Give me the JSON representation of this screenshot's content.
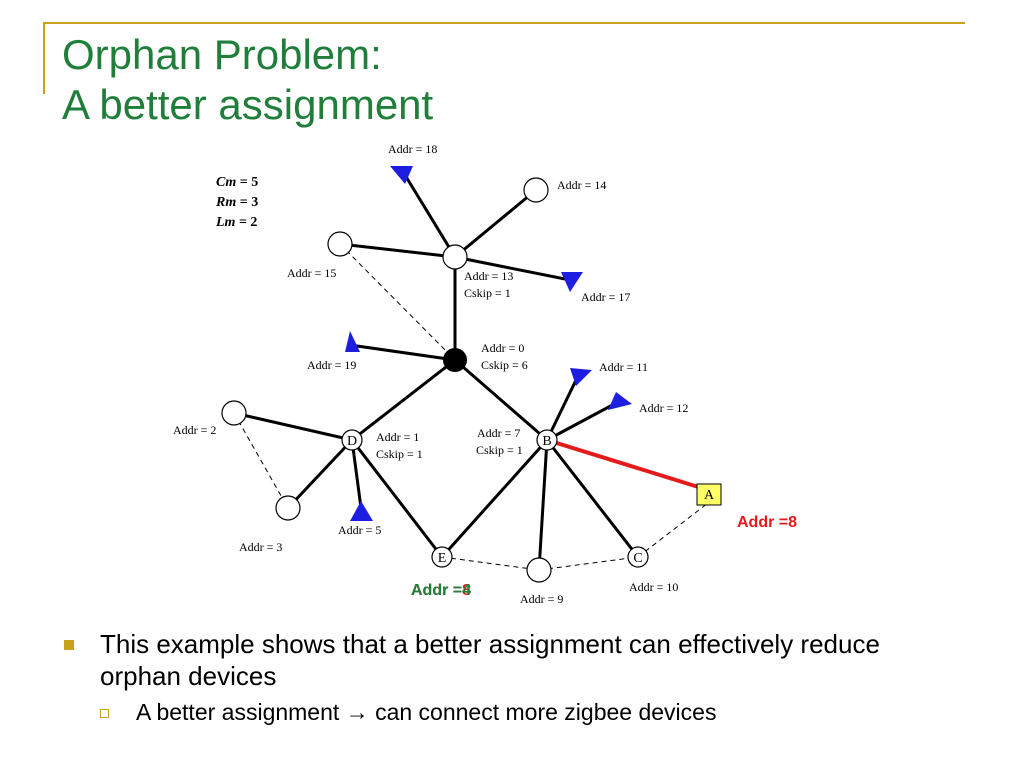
{
  "title": {
    "line1": "Orphan Problem:",
    "line2": "A better assignment"
  },
  "params": [
    {
      "name": "Cm",
      "value": " = 5"
    },
    {
      "name": "Rm",
      "value": " = 3"
    },
    {
      "name": "Lm",
      "value": " = 2"
    }
  ],
  "nodes": {
    "root": {
      "addr": "Addr = 0",
      "cskip": "Cskip = 6"
    },
    "n13": {
      "addr": "Addr = 13",
      "cskip": "Cskip = 1"
    },
    "n14": {
      "addr": "Addr = 14"
    },
    "n15": {
      "addr": "Addr = 15"
    },
    "n17": {
      "addr": "Addr = 17"
    },
    "n18": {
      "addr": "Addr = 18"
    },
    "n19": {
      "addr": "Addr = 19"
    },
    "D": {
      "letter": "D",
      "addr": "Addr = 1",
      "cskip": "Cskip = 1"
    },
    "B": {
      "letter": "B",
      "addr": "Addr = 7",
      "cskip": "Cskip = 1"
    },
    "n2": {
      "addr": "Addr = 2"
    },
    "n3": {
      "addr": "Addr = 3"
    },
    "n5": {
      "addr": "Addr = 5"
    },
    "n11": {
      "addr": "Addr = 11"
    },
    "n12": {
      "addr": "Addr = 12"
    },
    "A": {
      "letter": "A",
      "addr": "Addr =8"
    },
    "E": {
      "letter": "E",
      "addr_old": "Addr =4",
      "addr_new": "Addr =8"
    },
    "C": {
      "letter": "C",
      "addr": "Addr = 10"
    },
    "n9": {
      "addr": "Addr = 9"
    }
  },
  "colors": {
    "title": "#1f7f3a",
    "accent": "#c8a21a",
    "highlight": "#e31b1b",
    "device": "#1e1ee0",
    "device_box": "#ffff66"
  },
  "bullets": [
    {
      "text": "This example shows that a better assignment can effectively reduce orphan devices",
      "sub": [
        {
          "prefix": "A better assignment ",
          "arrow": "→",
          "suffix": " can connect more zigbee devices"
        }
      ]
    }
  ]
}
